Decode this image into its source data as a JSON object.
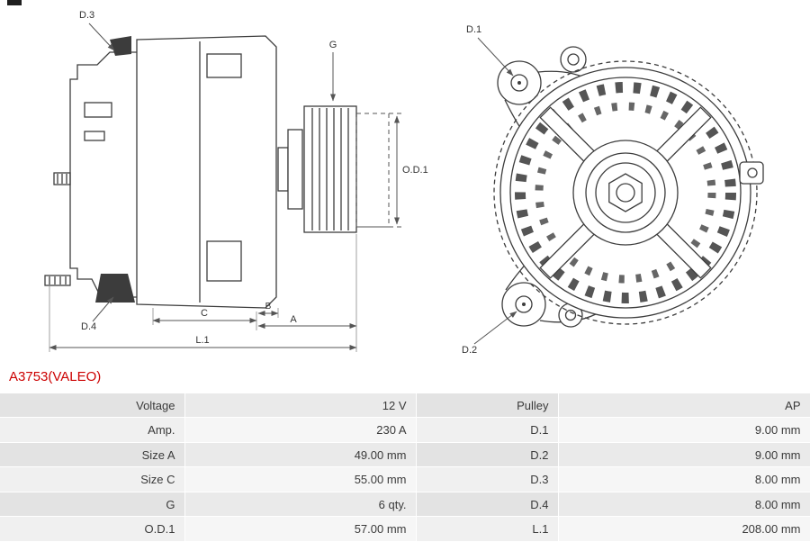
{
  "part_number": "A3753(VALEO)",
  "colors": {
    "part_number_red": "#cc0000",
    "line": "#3d3d3d",
    "table_text": "#3a3a3a",
    "row_dark": "#e3e3e3",
    "row_light": "#f6f6f6"
  },
  "diagram": {
    "labels": {
      "d3": "D.3",
      "d4": "D.4",
      "g": "G",
      "od1": "O.D.1",
      "d1": "D.1",
      "d2": "D.2",
      "a": "A",
      "b": "B",
      "c": "C",
      "l1": "L.1"
    }
  },
  "table": {
    "rows": [
      {
        "c1": "Voltage",
        "c2": "12 V",
        "c3": "Pulley",
        "c4": "AP"
      },
      {
        "c1": "Amp.",
        "c2": "230 A",
        "c3": "D.1",
        "c4": "9.00 mm"
      },
      {
        "c1": "Size A",
        "c2": "49.00 mm",
        "c3": "D.2",
        "c4": "9.00 mm"
      },
      {
        "c1": "Size C",
        "c2": "55.00 mm",
        "c3": "D.3",
        "c4": "8.00 mm"
      },
      {
        "c1": "G",
        "c2": "6 qty.",
        "c3": "D.4",
        "c4": "8.00 mm"
      },
      {
        "c1": "O.D.1",
        "c2": "57.00 mm",
        "c3": "L.1",
        "c4": "208.00 mm"
      }
    ]
  }
}
